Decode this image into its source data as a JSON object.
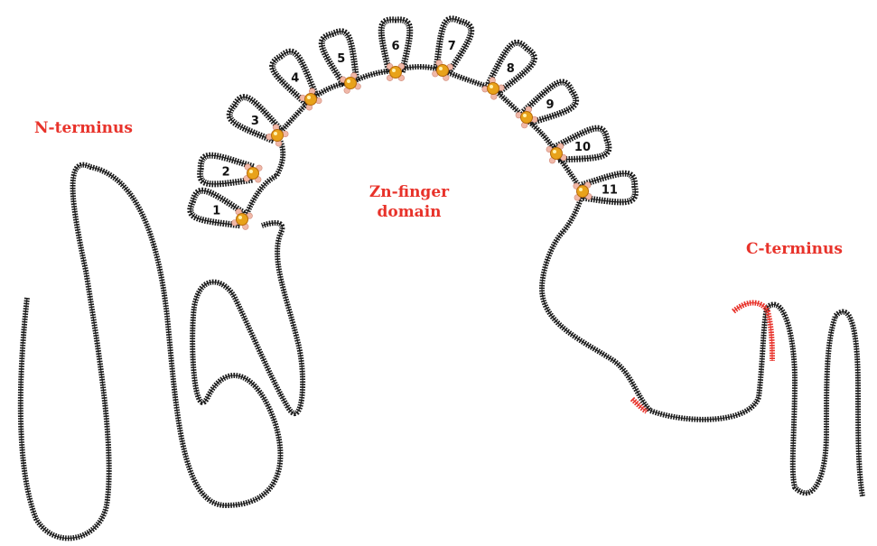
{
  "labels": {
    "n_terminus": "N-terminus",
    "zn_finger_line1": "Zn-finger",
    "zn_finger_line2": "domain",
    "c_terminus": "C-terminus"
  },
  "finger_numbers": [
    "1",
    "2",
    "3",
    "4",
    "5",
    "6",
    "7",
    "8",
    "9",
    "10",
    "11"
  ],
  "colors": {
    "label": "#e8322a",
    "backbone": "#1a1a1a",
    "highlight_residues": "#e8322a",
    "zinc_ion": "#e8a21a",
    "coordinating_residue": "#f0b8a8"
  },
  "icons": {
    "zinc_ion": "zinc-ion-icon",
    "coordinating_residue": "residue-bead-icon"
  }
}
